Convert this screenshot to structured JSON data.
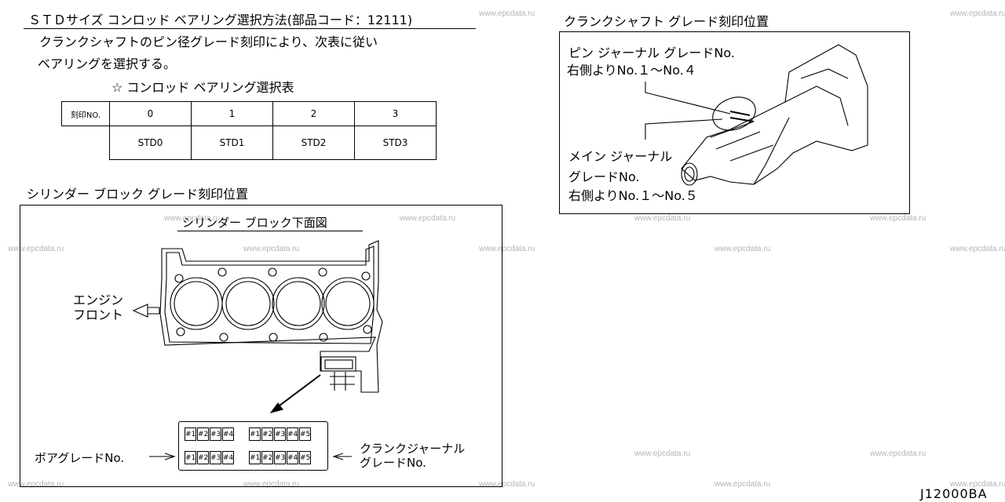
{
  "watermark": "www.epcdata.ru",
  "std_section": {
    "title": "ＳＴＤサイズ コンロッド ベアリング選択方法(部品コード：12111)",
    "desc_line1": "クランクシャフトのピン径グレード刻印により、次表に従い",
    "desc_line2": "ベアリングを選択する。",
    "table_title": "☆ コンロッド ベアリング選択表",
    "table": {
      "header_label": "刻印NO.",
      "grades": [
        "0",
        "1",
        "2",
        "3"
      ],
      "bearings": [
        "STD0",
        "STD1",
        "STD2",
        "STD3"
      ]
    }
  },
  "cylinder_section": {
    "title": "シリンダー ブロック グレード刻印位置",
    "view_title": "シリンダー ブロック下面図",
    "engine_front_line1": "エンジン",
    "engine_front_line2": "フロント",
    "bore_grade_label": "ボアグレードNo.",
    "crank_journal_line1": "クランクジャーナル",
    "crank_journal_line2": "グレードNo.",
    "bore_cells": [
      "#1",
      "#2",
      "#3",
      "#4"
    ],
    "journal_cells": [
      "#1",
      "#2",
      "#3",
      "#4",
      "#5"
    ]
  },
  "crank_section": {
    "title": "クランクシャフト グレード刻印位置",
    "pin_line1": "ピン ジャーナル グレードNo.",
    "pin_line2": "右側よりNo.１～No.４",
    "main_line1": "メイン ジャーナル",
    "main_line2": "グレードNo.",
    "main_line3": "右側よりNo.１～No.５"
  },
  "figure_code": "J12000BA"
}
